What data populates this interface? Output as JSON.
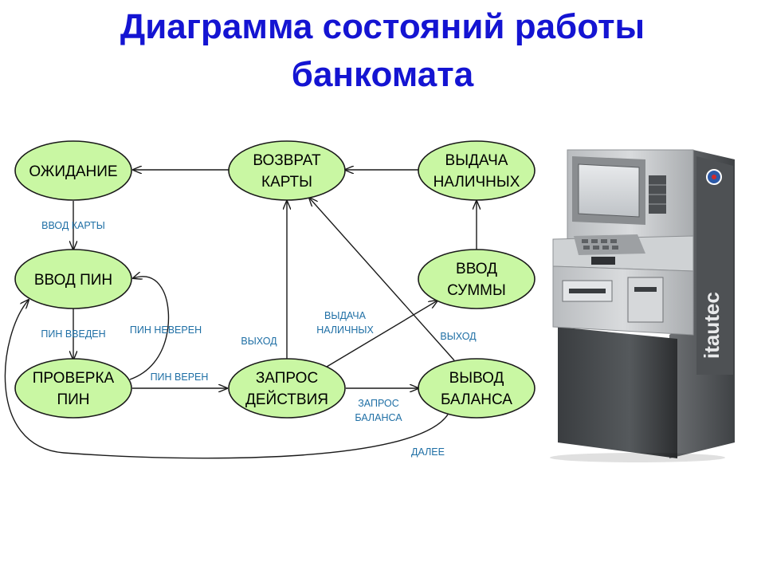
{
  "title": {
    "line1": "Диаграмма состояний работы",
    "line2": "банкомата"
  },
  "colors": {
    "title": "#1414d2",
    "node_fill": "#c9f7a3",
    "node_stroke": "#1a1a1a",
    "edge_label": "#1f6fa5",
    "arrow": "#1a1a1a"
  },
  "diagram": {
    "nodes": {
      "waiting": {
        "lines": [
          "ОЖИДАНИЕ"
        ]
      },
      "card_return": {
        "lines": [
          "ВОЗВРАТ",
          "КАРТЫ"
        ]
      },
      "cash_out": {
        "lines": [
          "ВЫДАЧА",
          "НАЛИЧНЫХ"
        ]
      },
      "pin_input": {
        "lines": [
          "ВВОД ПИН"
        ]
      },
      "amount_input": {
        "lines": [
          "ВВОД",
          "СУММЫ"
        ]
      },
      "pin_check": {
        "lines": [
          "ПРОВЕРКА",
          "ПИН"
        ]
      },
      "action_request": {
        "lines": [
          "ЗАПРОС",
          "ДЕЙСТВИЯ"
        ]
      },
      "balance_output": {
        "lines": [
          "ВЫВОД",
          "БАЛАНСА"
        ]
      }
    },
    "edges": {
      "card_input": {
        "lines": [
          "ВВОД КАРТЫ"
        ]
      },
      "pin_entered": {
        "lines": [
          "ПИН ВВЕДЕН"
        ]
      },
      "pin_wrong": {
        "lines": [
          "ПИН НЕВЕРЕН"
        ]
      },
      "pin_correct": {
        "lines": [
          "ПИН ВЕРЕН"
        ]
      },
      "exit_action": {
        "lines": [
          "ВЫХОД"
        ]
      },
      "cash_request": {
        "lines": [
          "ВЫДАЧА",
          "НАЛИЧНЫХ"
        ]
      },
      "exit_balance": {
        "lines": [
          "ВЫХОД"
        ]
      },
      "balance_request": {
        "lines": [
          "ЗАПРОС",
          "БАЛАНСА"
        ]
      },
      "next": {
        "lines": [
          "ДАЛЕЕ"
        ]
      }
    }
  },
  "atm_image": {
    "brand_text": "itautec"
  }
}
